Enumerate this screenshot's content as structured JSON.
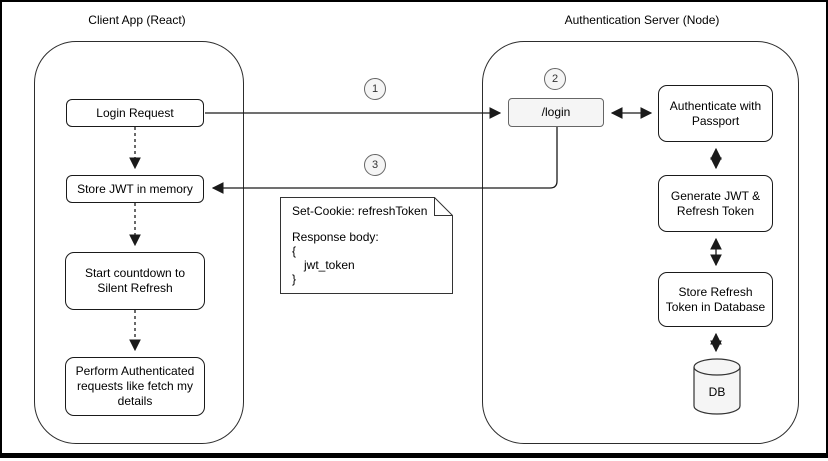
{
  "diagram": {
    "client": {
      "title": "Client App (React)",
      "nodes": {
        "login_request": "Login Request",
        "store_jwt": "Store JWT in memory",
        "start_countdown": "Start countdown to Silent Refresh",
        "perform_auth": "Perform Authenticated requests like fetch my details"
      }
    },
    "server": {
      "title": "Authentication Server (Node)",
      "nodes": {
        "login_endpoint": "/login",
        "authenticate": "Authenticate with Passport",
        "generate": "Generate JWT & Refresh Token",
        "store_refresh": "Store Refresh Token in Database",
        "db": "DB"
      }
    },
    "steps": {
      "one": "1",
      "two": "2",
      "three": "3"
    },
    "note": {
      "line1": "Set-Cookie: refreshToken",
      "line2": "Response body:",
      "line3": "{",
      "line4": "jwt_token",
      "line5": "}"
    },
    "colors": {
      "stroke": "#000000",
      "node_fill": "#ffffff",
      "highlight_fill": "#f5f5f5",
      "background": "#ffffff"
    }
  }
}
